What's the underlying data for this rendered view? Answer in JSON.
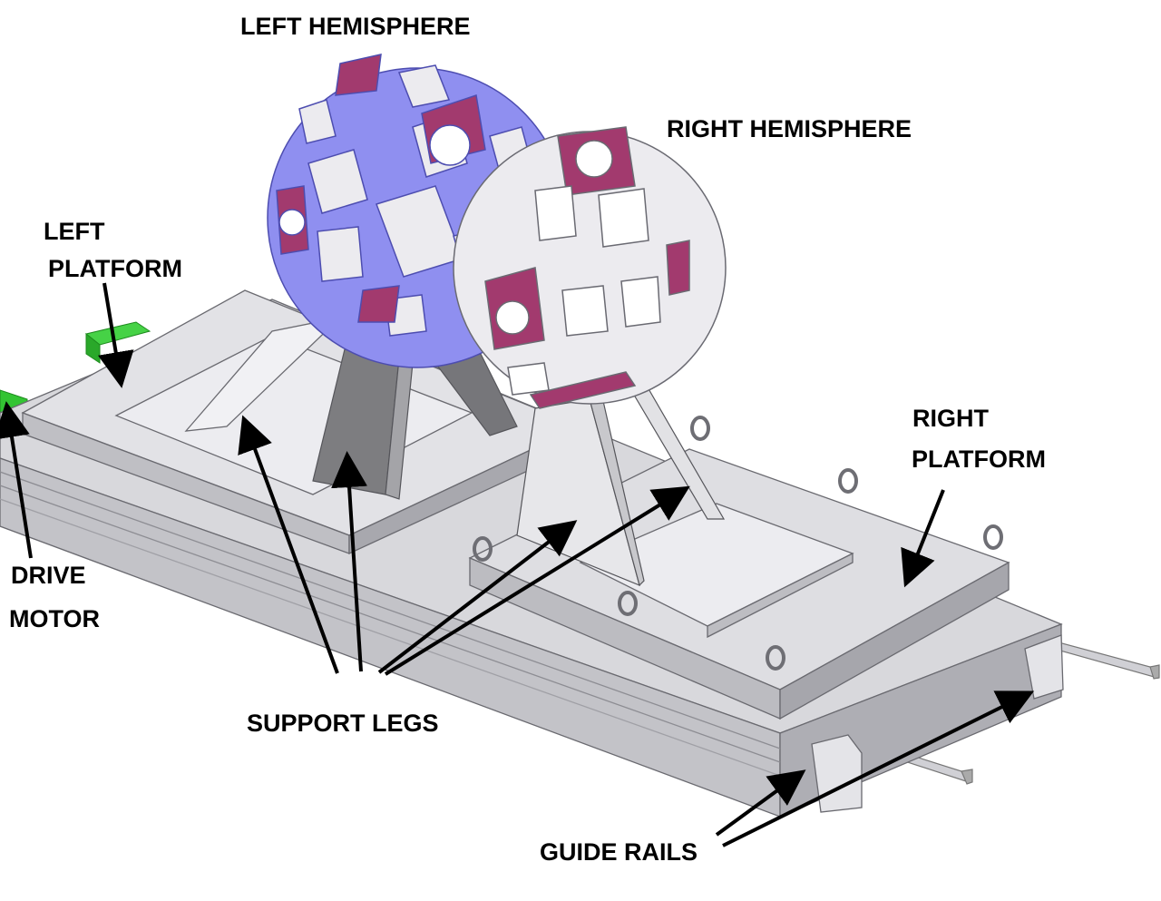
{
  "labels": {
    "left_hemisphere": "LEFT HEMISPHERE",
    "right_hemisphere": "RIGHT HEMISPHERE",
    "left_platform_line1": "LEFT",
    "left_platform_line2": "PLATFORM",
    "right_platform_line1": "RIGHT",
    "right_platform_line2": "PLATFORM",
    "drive_motor_line1": "DRIVE",
    "drive_motor_line2": "MOTOR",
    "support_legs": "SUPPORT LEGS",
    "guide_rails": "GUIDE RAILS"
  },
  "colors": {
    "frame_grey": "#d8d8dc",
    "frame_dark": "#a9a9ae",
    "left_hemisphere": "#8f8ff0",
    "hemisphere_white": "#ecebef",
    "accent_magenta": "#a23a6e",
    "motor_green": "#33c433",
    "leg_dark": "#7d7d80",
    "leg_light": "#e7e7ea",
    "arrow": "#000000"
  }
}
